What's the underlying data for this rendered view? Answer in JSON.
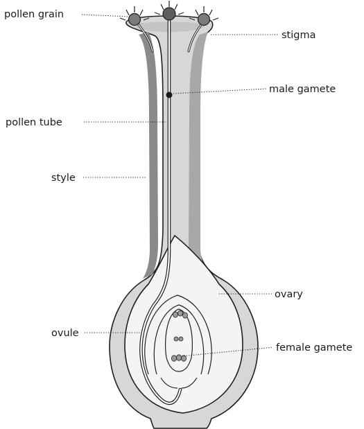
{
  "labels": {
    "pollen_grain": "pollen grain",
    "stigma": "stigma",
    "male_gamete": "male gamete",
    "pollen_tube": "pollen tube",
    "style": "style",
    "ovary": "ovary",
    "ovule": "ovule",
    "female_gamete": "female gamete"
  },
  "colors": {
    "light_tissue": "#d7d7d7",
    "mid_tissue": "#bcbcbc",
    "dark_tissue": "#8a8a8a",
    "ovary_cavity": "#f4f4f4",
    "pollen": "#7a7a7a",
    "gamete": "#1a1a1a",
    "egg_cells": "#9a9a9a",
    "outline": "#1e1e1e"
  }
}
